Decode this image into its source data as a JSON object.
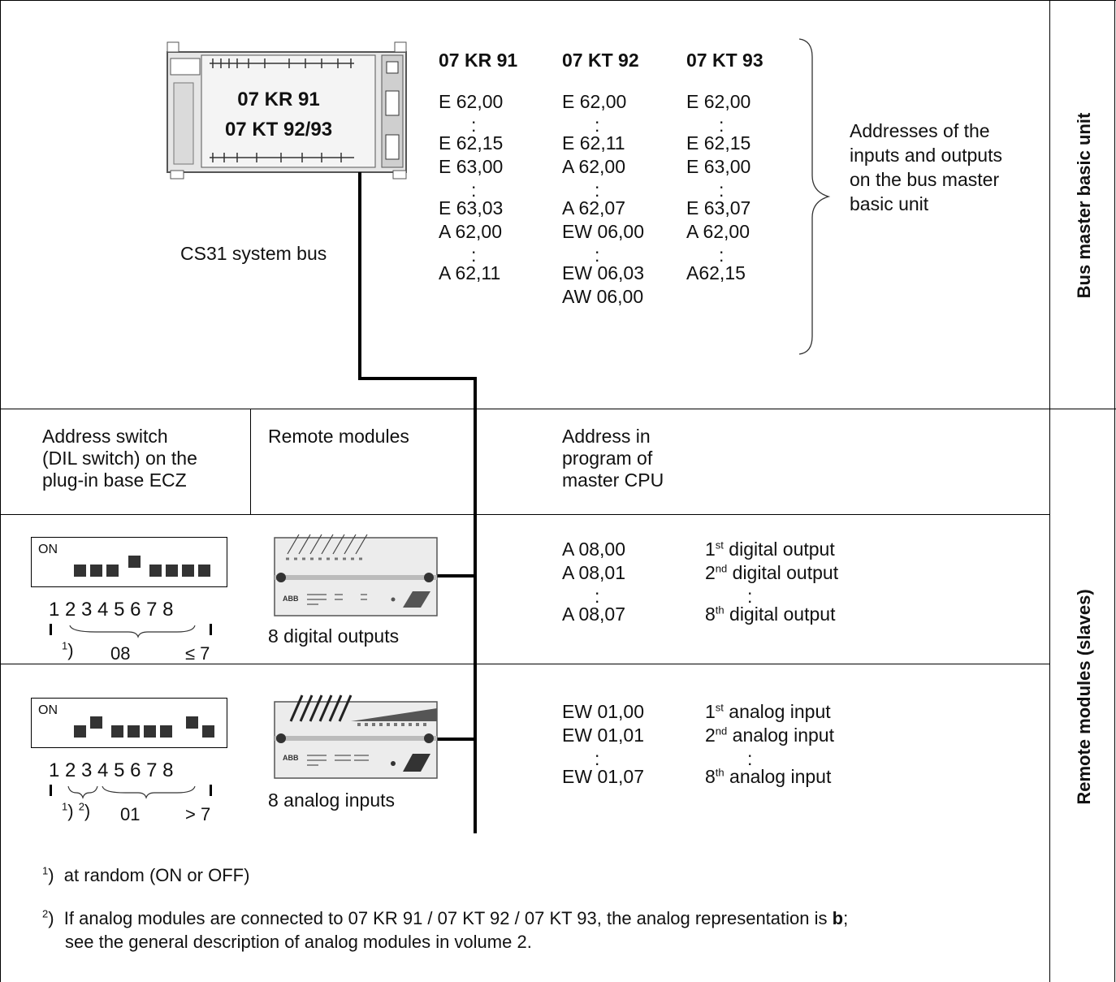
{
  "master": {
    "device_label_line1": "07 KR 91",
    "device_label_line2": "07 KT 92/93",
    "bus_label": "CS31 system bus",
    "columns": [
      {
        "header": "07 KR 91",
        "rows": [
          "E 62,00",
          ":",
          "E 62,15",
          "E 63,00",
          ":",
          "E 63,03",
          "A 62,00",
          ":",
          "A 62,11"
        ]
      },
      {
        "header": "07 KT 92",
        "rows": [
          "E 62,00",
          ":",
          "E 62,11",
          "A 62,00",
          ":",
          "A 62,07",
          "EW 06,00",
          ":",
          "EW 06,03",
          "AW 06,00"
        ]
      },
      {
        "header": "07 KT 93",
        "rows": [
          "E 62,00",
          ":",
          "E 62,15",
          "E 63,00",
          ":",
          "E 63,07",
          "A 62,00",
          ":",
          "A62,15"
        ]
      }
    ],
    "brace_note": "Addresses of the\ninputs and outputs\non the bus master\nbasic unit",
    "side_label": "Bus master basic unit"
  },
  "slaves": {
    "side_label": "Remote modules (slaves)",
    "headers": {
      "switch": "Address switch\n(DIL switch) on the\nplug-in base ECZ",
      "modules": "Remote modules",
      "address": "Address in\nprogram of\nmaster CPU"
    },
    "rows": [
      {
        "dip_on_text": "ON",
        "switch_numbers": "1 2 3 4 5 6 7 8",
        "bracket_label_note": "1",
        "bracket_label_value": "08",
        "bracket_label_cond": "≤ 7",
        "module_label": "8 digital outputs",
        "addresses": [
          "A 08,00",
          "A 08,01",
          ":",
          "A 08,07"
        ],
        "ordinals": [
          "st",
          "nd",
          "",
          "th"
        ],
        "descriptions": [
          "1",
          "2",
          ":",
          "8"
        ],
        "desc_text": [
          "digital output",
          "digital output",
          "",
          "digital output"
        ]
      },
      {
        "dip_on_text": "ON",
        "switch_numbers": "1 2 3 4 5 6 7 8",
        "bracket_label_note": "1",
        "bracket_label_note2": "2",
        "bracket_label_value": "01",
        "bracket_label_cond": "> 7",
        "module_label": "8 analog inputs",
        "addresses": [
          "EW 01,00",
          "EW 01,01",
          ":",
          "EW 01,07"
        ],
        "ordinals": [
          "st",
          "nd",
          "",
          "th"
        ],
        "descriptions": [
          "1",
          "2",
          ":",
          "8"
        ],
        "desc_text": [
          "analog input",
          "analog input",
          "",
          "analog input"
        ]
      }
    ]
  },
  "footnotes": [
    {
      "mark": "1",
      "text": "at random (ON or OFF)"
    },
    {
      "mark": "2",
      "text_before": "If analog modules are connected to 07 KR 91 / 07 KT 92 / 07 KT 93, the analog representation is ",
      "bold": "b",
      "text_after": ";",
      "line2": "see the general description of analog modules in volume 2."
    }
  ]
}
